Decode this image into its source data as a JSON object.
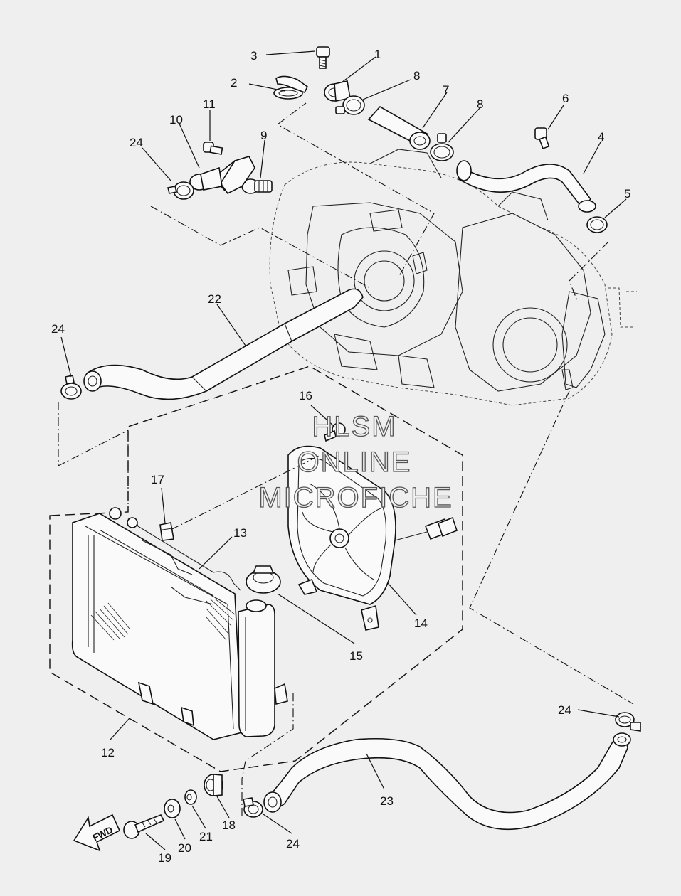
{
  "watermark": {
    "line1": "HLSM",
    "line2": "ONLINE",
    "line3": "MICROFICHE"
  },
  "direction_arrow": {
    "label": "FWD"
  },
  "callouts": {
    "c1": "1",
    "c2": "2",
    "c3": "3",
    "c4": "4",
    "c5": "5",
    "c6": "6",
    "c7": "7",
    "c8a": "8",
    "c8b": "8",
    "c9": "9",
    "c10": "10",
    "c11": "11",
    "c12": "12",
    "c13": "13",
    "c14": "14",
    "c15": "15",
    "c16": "16",
    "c17": "17",
    "c18": "18",
    "c19": "19",
    "c20": "20",
    "c21": "21",
    "c22": "22",
    "c23": "23",
    "c24a": "24",
    "c24b": "24",
    "c24c": "24",
    "c24d": "24"
  },
  "colors": {
    "background": "#efefef",
    "line": "#111111",
    "fill": "#fafafa"
  }
}
